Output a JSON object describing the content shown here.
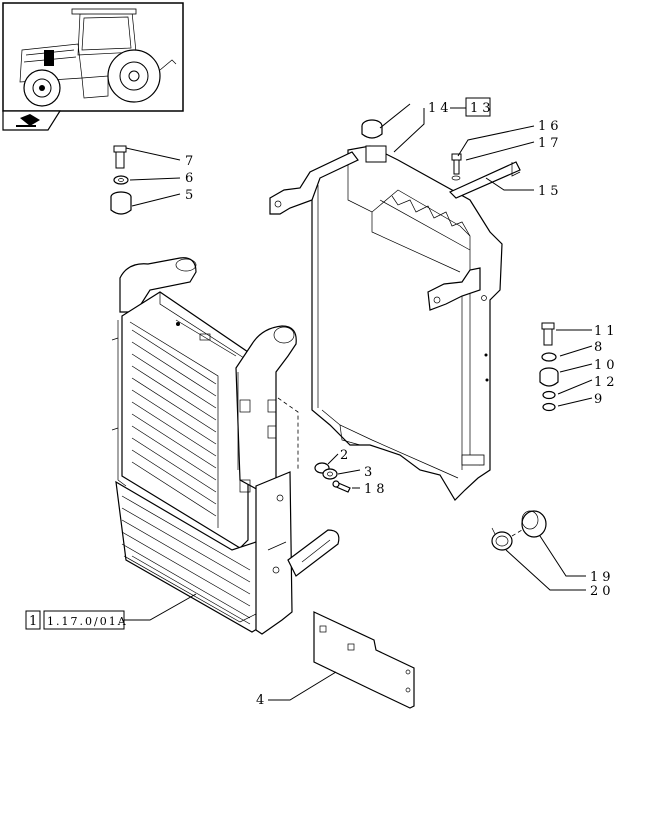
{
  "callouts": {
    "c1": "1",
    "c2": "2",
    "c3": "3",
    "c4": "4",
    "c5": "5",
    "c6": "6",
    "c7": "7",
    "c8": "8",
    "c9": "9",
    "c10": "10",
    "c11": "11",
    "c12": "12",
    "c13": "13",
    "c14": "14",
    "c15": "15",
    "c16": "16",
    "c17": "17",
    "c18": "18",
    "c19": "19",
    "c20": "20"
  },
  "reference": {
    "box_number": "1",
    "code": "1.17.0/01A"
  },
  "icons": {
    "thumbnail": "tractor-thumbnail-icon",
    "nav": "page-turn-arrow-icon"
  }
}
